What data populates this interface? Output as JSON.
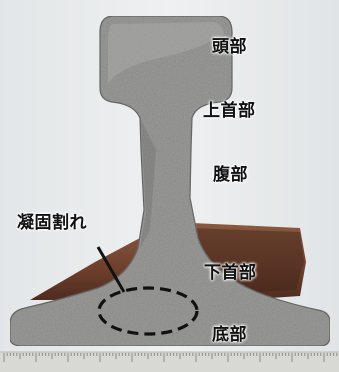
{
  "labels": {
    "head": "頭部",
    "upper_neck": "上首部",
    "web": "腹部",
    "crack": "凝固割れ",
    "lower_neck": "下首部",
    "base": "底部"
  },
  "colors": {
    "background": "#e9ebec",
    "steel": "#9c9c9a",
    "steel_shadow": "#5b5c5b",
    "rust": "#7a4a34",
    "annotation": "#111111",
    "ruler": "#d8d8d4"
  }
}
